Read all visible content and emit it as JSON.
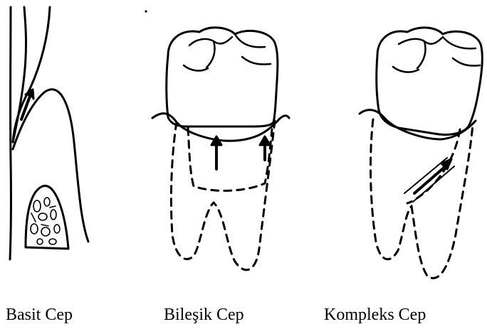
{
  "captions": {
    "basit": "Basit Cep",
    "bilesik": "Bileşik Cep",
    "kompleks": "Kompleks Cep"
  },
  "panels": [
    {
      "id": "basit",
      "icon": "simple-pocket-illustration"
    },
    {
      "id": "bilesik",
      "icon": "compound-pocket-tooth-illustration"
    },
    {
      "id": "kompleks",
      "icon": "complex-pocket-tooth-illustration"
    }
  ],
  "colors": {
    "ink": "#000000",
    "background": "#ffffff"
  }
}
